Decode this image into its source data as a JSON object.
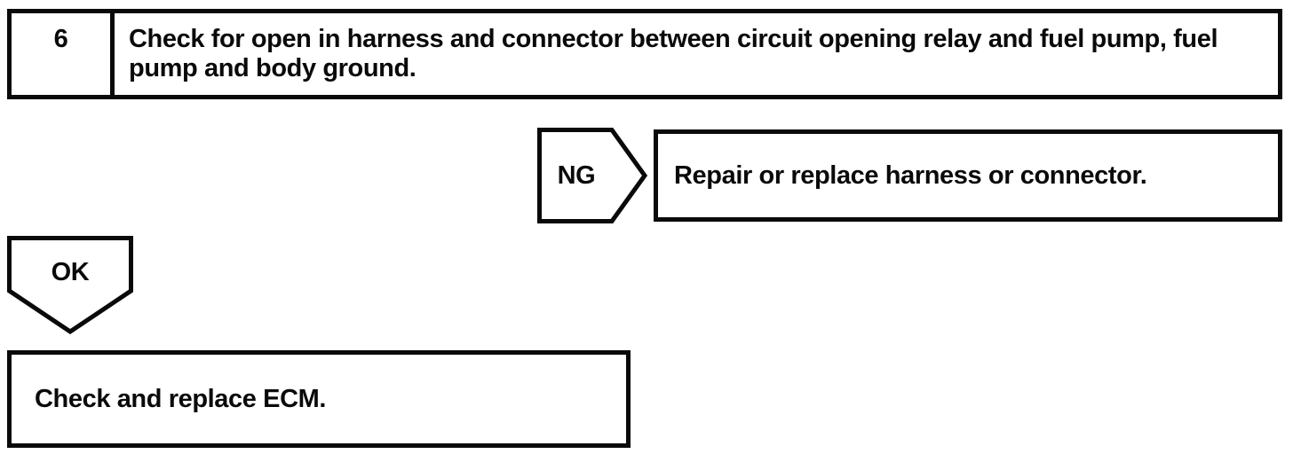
{
  "flowchart": {
    "step": {
      "number": "6",
      "instruction": "Check for open in harness and connector between circuit opening relay and fuel pump, fuel pump and body ground."
    },
    "ng_branch": {
      "label": "NG",
      "action": "Repair or replace harness or connector."
    },
    "ok_branch": {
      "label": "OK",
      "action": "Check and replace ECM."
    },
    "colors": {
      "ink": "#0a0a0a",
      "paper": "#ffffff"
    }
  }
}
